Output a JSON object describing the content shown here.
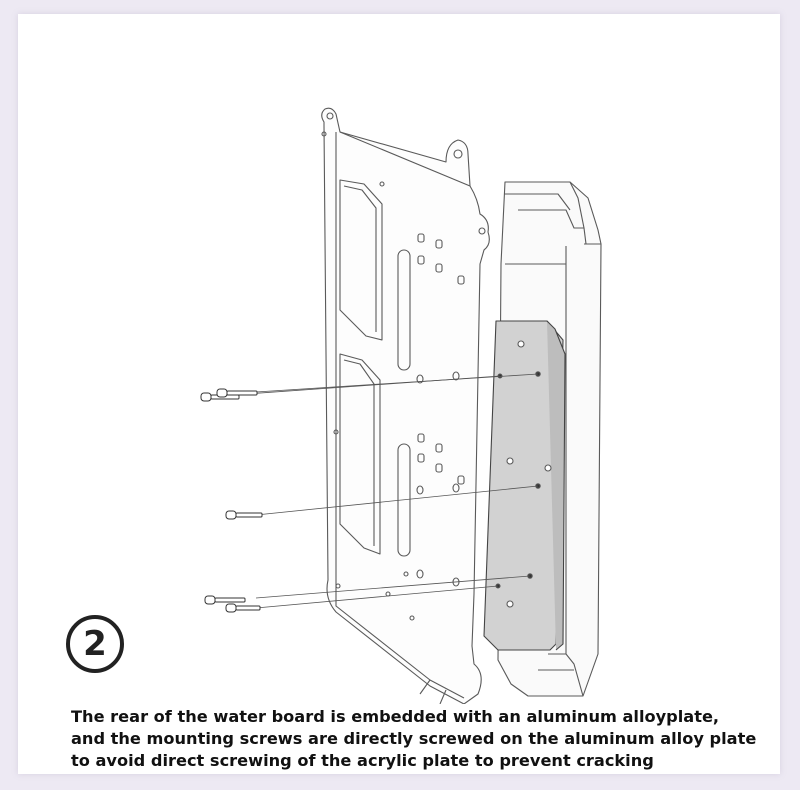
{
  "step": {
    "number": "2"
  },
  "caption": {
    "lines": [
      "The rear of the water board is embedded with an aluminum alloyplate,",
      "and the mounting screws are directly screwed on the aluminum alloy plate",
      "to avoid direct screwing of the acrylic plate to prevent cracking"
    ]
  },
  "components": {
    "bracket": "transparent-mounting-bracket",
    "block": "water-block-acrylic-body",
    "plate": "aluminum-alloy-plate",
    "screws": "mounting-screws"
  },
  "colors": {
    "background": "#ede9f3",
    "panel": "#ffffff",
    "line": "#555555",
    "aluminum_plate": "#d2d2d2"
  }
}
